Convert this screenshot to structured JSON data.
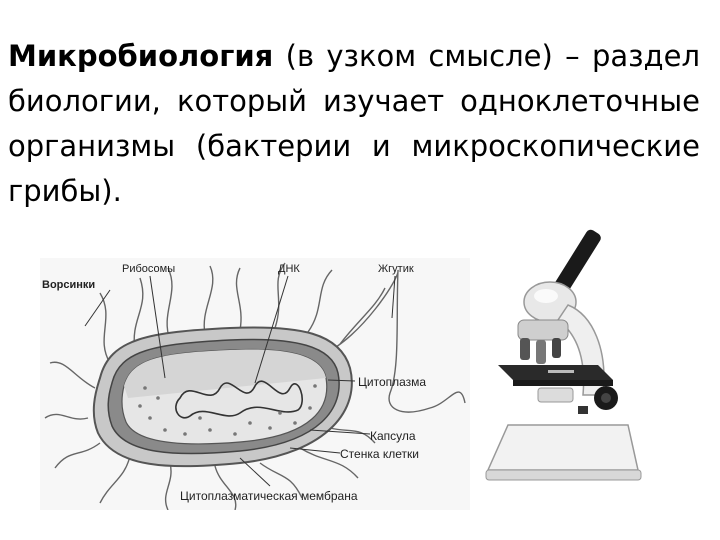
{
  "slide": {
    "definition_term": "Микробиология",
    "definition_rest": " (в узком смысле) – раздел биологии, который изучает одноклеточные организмы (бактерии и микроскопические грибы)."
  },
  "bacteria_diagram": {
    "labels": {
      "pili": "Ворсинки",
      "ribosomes": "Рибосомы",
      "dna": "ДНК",
      "flagellum": "Жгутик",
      "cytoplasm": "Цитоплазма",
      "capsule": "Капсула",
      "cell_wall": "Стенка клетки",
      "membrane": "Цитоплазматическая мембрана"
    }
  },
  "microscope": {
    "icon": "microscope-icon"
  }
}
